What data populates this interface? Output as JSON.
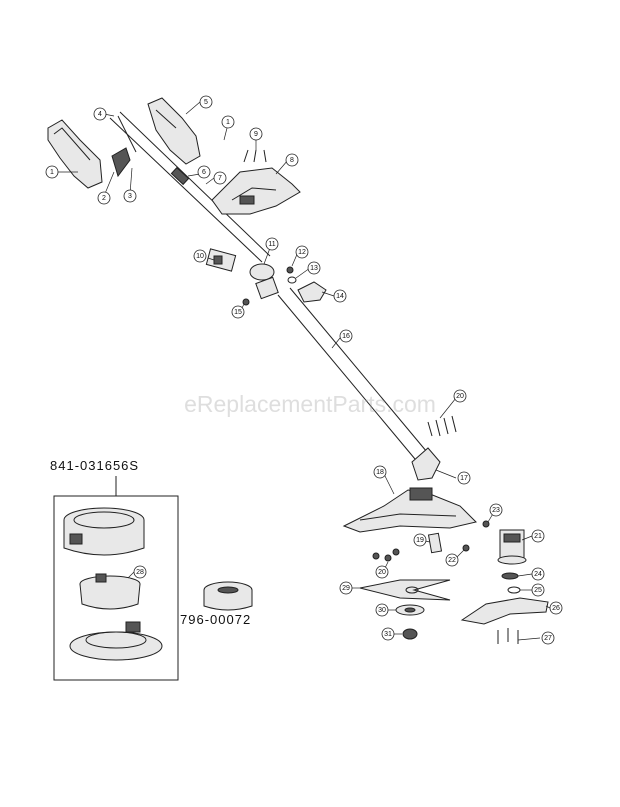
{
  "watermark": "eReplacementParts.com",
  "kit_part_number": "841-031656S",
  "spool_part_number": "796-00072",
  "callouts": [
    {
      "label": "1"
    },
    {
      "label": "2"
    },
    {
      "label": "3"
    },
    {
      "label": "4"
    },
    {
      "label": "5"
    },
    {
      "label": "1"
    },
    {
      "label": "9"
    },
    {
      "label": "8"
    },
    {
      "label": "6"
    },
    {
      "label": "7"
    },
    {
      "label": "10"
    },
    {
      "label": "11"
    },
    {
      "label": "12"
    },
    {
      "label": "13"
    },
    {
      "label": "14"
    },
    {
      "label": "15"
    },
    {
      "label": "16"
    },
    {
      "label": "20"
    },
    {
      "label": "17"
    },
    {
      "label": "18"
    },
    {
      "label": "19"
    },
    {
      "label": "22"
    },
    {
      "label": "23"
    },
    {
      "label": "21"
    },
    {
      "label": "20"
    },
    {
      "label": "24"
    },
    {
      "label": "25"
    },
    {
      "label": "29"
    },
    {
      "label": "30"
    },
    {
      "label": "26"
    },
    {
      "label": "31"
    },
    {
      "label": "27"
    },
    {
      "label": "28"
    }
  ],
  "colors": {
    "line": "#222222",
    "part_fill": "#e8e8e8",
    "dark_fill": "#555555",
    "watermark": "#a0a0a0"
  }
}
